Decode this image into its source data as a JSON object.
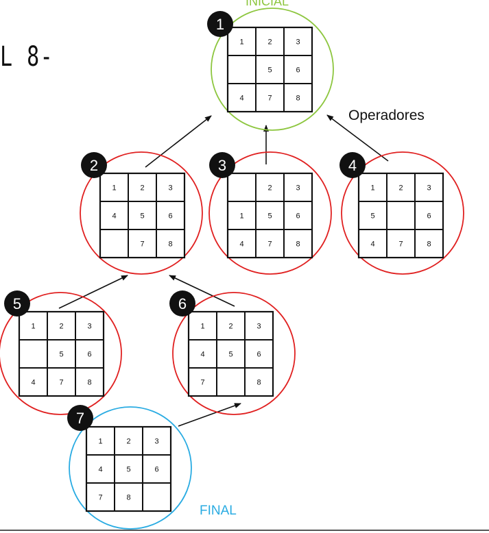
{
  "title_fragment": "L 8-",
  "labels": {
    "initial": "INICIAL",
    "final": "FINAL",
    "operators": "Operadores"
  },
  "colors": {
    "initial": "#8dc63f",
    "final": "#29abe2",
    "intermediate": "#e02020"
  },
  "nodes": [
    {
      "id": "1",
      "type": "initial",
      "tiles": [
        "1",
        "2",
        "3",
        "",
        "5",
        "6",
        "4",
        "7",
        "8"
      ]
    },
    {
      "id": "2",
      "type": "intermediate",
      "tiles": [
        "1",
        "2",
        "3",
        "4",
        "5",
        "6",
        "",
        "7",
        "8"
      ]
    },
    {
      "id": "3",
      "type": "intermediate",
      "tiles": [
        "",
        "2",
        "3",
        "1",
        "5",
        "6",
        "4",
        "7",
        "8"
      ]
    },
    {
      "id": "4",
      "type": "intermediate",
      "tiles": [
        "1",
        "2",
        "3",
        "5",
        "",
        "6",
        "4",
        "7",
        "8"
      ]
    },
    {
      "id": "5",
      "type": "intermediate",
      "tiles": [
        "1",
        "2",
        "3",
        "",
        "5",
        "6",
        "4",
        "7",
        "8"
      ]
    },
    {
      "id": "6",
      "type": "intermediate",
      "tiles": [
        "1",
        "2",
        "3",
        "4",
        "5",
        "6",
        "7",
        "",
        "8"
      ]
    },
    {
      "id": "7",
      "type": "final",
      "tiles": [
        "1",
        "2",
        "3",
        "4",
        "5",
        "6",
        "7",
        "8",
        ""
      ]
    }
  ]
}
